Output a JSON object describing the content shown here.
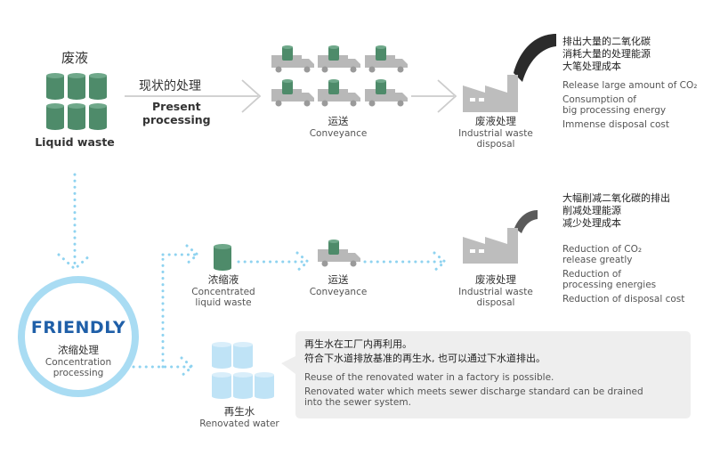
{
  "waste": {
    "title": "废液",
    "label_en": "Liquid waste"
  },
  "present": {
    "label_cn": "现状的处理",
    "label_en_line1": "Present",
    "label_en_line2": "processing"
  },
  "top_row": {
    "conveyance_cn": "运送",
    "conveyance_en": "Conveyance",
    "disposal_cn": "废液处理",
    "disposal_en_line1": "Industrial waste",
    "disposal_en_line2": "disposal",
    "notes_cn": [
      "排出大量的二氧化碳",
      "消耗大量的处理能源",
      "大笔处理成本"
    ],
    "notes_en": [
      "Release large amount of CO₂",
      "Consumption of",
      "big processing energy",
      "Immense disposal cost"
    ]
  },
  "middle_row": {
    "concentrated_cn": "浓缩液",
    "concentrated_en_line1": "Concentrated",
    "concentrated_en_line2": "liquid waste",
    "conveyance_cn": "运送",
    "conveyance_en": "Conveyance",
    "disposal_cn": "废液处理",
    "disposal_en_line1": "Industrial waste",
    "disposal_en_line2": "disposal",
    "notes_cn": [
      "大幅削减二氧化碳的排出",
      "削减处理能源",
      "减少处理成本"
    ],
    "notes_en": [
      "Reduction of CO₂",
      "release greatly",
      "Reduction of",
      "processing energies",
      "Reduction of disposal cost"
    ]
  },
  "circle": {
    "friendly": "FRIENDLY",
    "label_cn": "浓缩处理",
    "label_en_line1": "Concentration",
    "label_en_line2": "processing"
  },
  "renovated": {
    "label_cn": "再生水",
    "label_en": "Renovated water",
    "bubble_cn": [
      "再生水在工厂内再利用。",
      "符合下水道排放基准的再生水, 也可以通过下水道排出。"
    ],
    "bubble_en": [
      "Reuse of the renovated water in a factory is possible.",
      "Renovated water which meets sewer discharge standard can be drained",
      "into the sewer system."
    ]
  },
  "colors": {
    "drum_green": "#4e8b6a",
    "truck_gray": "#b8b8b8",
    "factory_gray": "#bdbdbd",
    "dot_blue": "#8fd3f0",
    "circle_blue": "#a9dcf3",
    "friendly_blue": "#1f5fa8",
    "water_blue": "#bfe3f6",
    "box_gray": "#d3d3d3"
  }
}
